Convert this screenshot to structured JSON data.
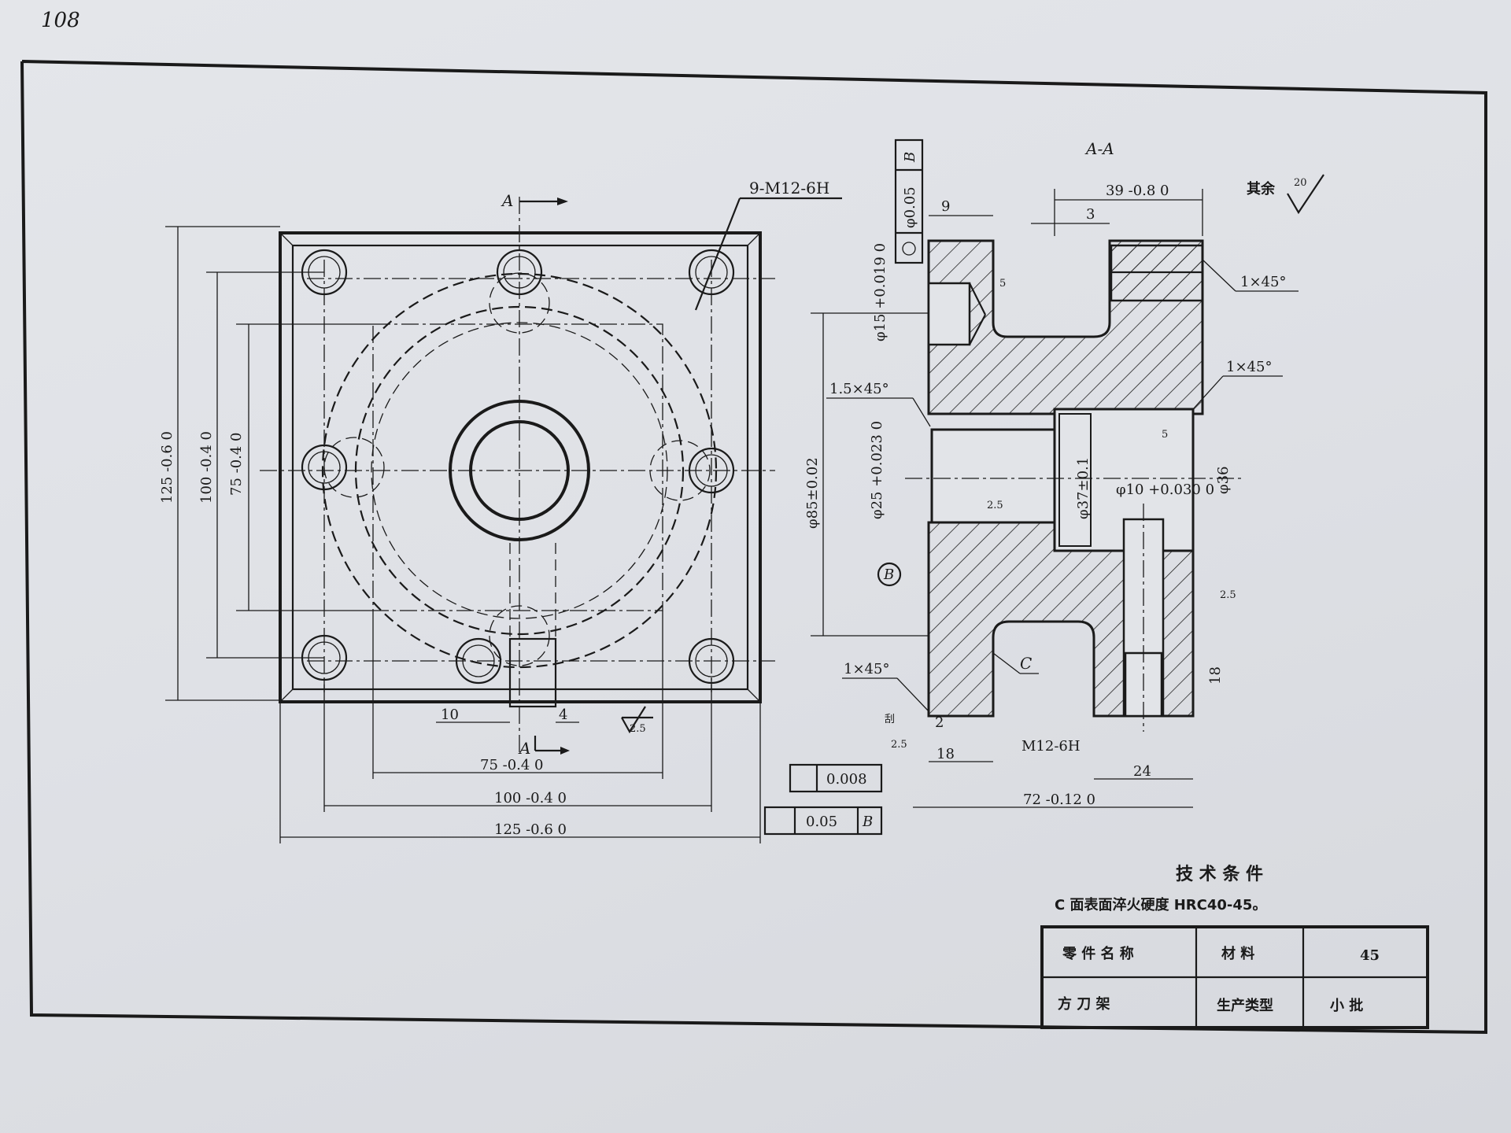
{
  "page": {
    "number": "108"
  },
  "front_view": {
    "section_label_top": "A",
    "section_label_bottom": "A",
    "thread_callout": "9-M12-6H",
    "roughness": "2.5",
    "dims": {
      "v125": "125 -0.6 0",
      "v100": "100 -0.4 0",
      "v75": "75 -0.4 0",
      "h75": "75 -0.4 0",
      "h100": "100 -0.4 0",
      "h125": "125 -0.6 0",
      "slot_offset": "10",
      "slot_width": "4"
    }
  },
  "section": {
    "title": "A-A",
    "thread_callout": "M12-6H",
    "face_c": "C",
    "datum": "B",
    "position_tol": "φ0.05",
    "position_datum": "B",
    "flatness": "0.008",
    "perp_tol": "0.05",
    "perp_datum": "B",
    "chamfer_1_5": "1.5×45°",
    "chamfer_top": "1×45°",
    "chamfer_right": "1×45°",
    "chamfer_bottom": "1×45°",
    "rough_5": "5",
    "rough_5_b": "5",
    "rough_2_5": "2.5",
    "rough_2_5_right": "2.5",
    "rough_2_5_left": "2.5",
    "rough_scrape": "刮",
    "other_rough_label": "其余",
    "other_rough_value": "20",
    "dims": {
      "d39": "39 -0.8 0",
      "d3": "3",
      "d9": "9",
      "d85": "φ85±0.02",
      "d15": "φ15 +0.019 0",
      "d25": "φ25 +0.023 0",
      "d37": "φ37±0.1",
      "d10": "φ10 +0.030 0",
      "d36": "φ36",
      "d18v": "18",
      "d18h": "18",
      "d2": "2",
      "d24": "24",
      "d72": "72 -0.12 0"
    }
  },
  "notes": {
    "title": "技 术 条 件",
    "line1": "C 面表面淬火硬度 HRC40-45。"
  },
  "title_block": {
    "part_name_label": "零 件 名 称",
    "material_label": "材  料",
    "material_value": "45",
    "part_name": "方  刀  架",
    "production_type_label": "生产类型",
    "production_type": "小  批"
  }
}
